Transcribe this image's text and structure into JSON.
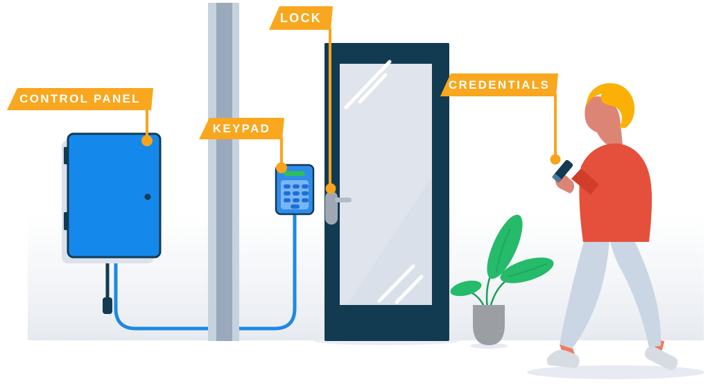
{
  "labels": {
    "control_panel": "CONTROL PANEL",
    "keypad": "KEYPAD",
    "lock": "LOCK",
    "credentials": "CREDENTIALS"
  },
  "colors": {
    "banner": "#F8A71E",
    "connector": "#F8A41B",
    "navy": "#123B52",
    "panel_blue": "#1588EC",
    "panel_shadow": "#DCE1EB",
    "cable_blue": "#1E88E5",
    "keypad_body": "#2F8BE9",
    "keypad_panel": "#7AB5F3",
    "keypad_button": "#1C6EDA",
    "keypad_display": "#2EBE5A",
    "glass": "#DFE4ED",
    "glass_shade": "#D5DCE7",
    "pillar_light": "#C7D2DF",
    "pillar_dark": "#9AA9BC",
    "plant_green": "#26BA6B",
    "plant_stem": "#189E58",
    "pot_gray": "#9B9FA4",
    "coat_red": "#E4503C",
    "sleeve_red": "#D13C2B",
    "hair_yellow": "#FBB005",
    "skin": "#DD8575",
    "pants": "#CAD6E3",
    "ankle": "#EE7A64",
    "shoe": "#D7DCE3",
    "lock_gray": "#9FA8B2",
    "handle_gray": "#B3BBC5",
    "ground_band": "#ECEFF3",
    "ground_shadow": "#E7EAF2"
  }
}
